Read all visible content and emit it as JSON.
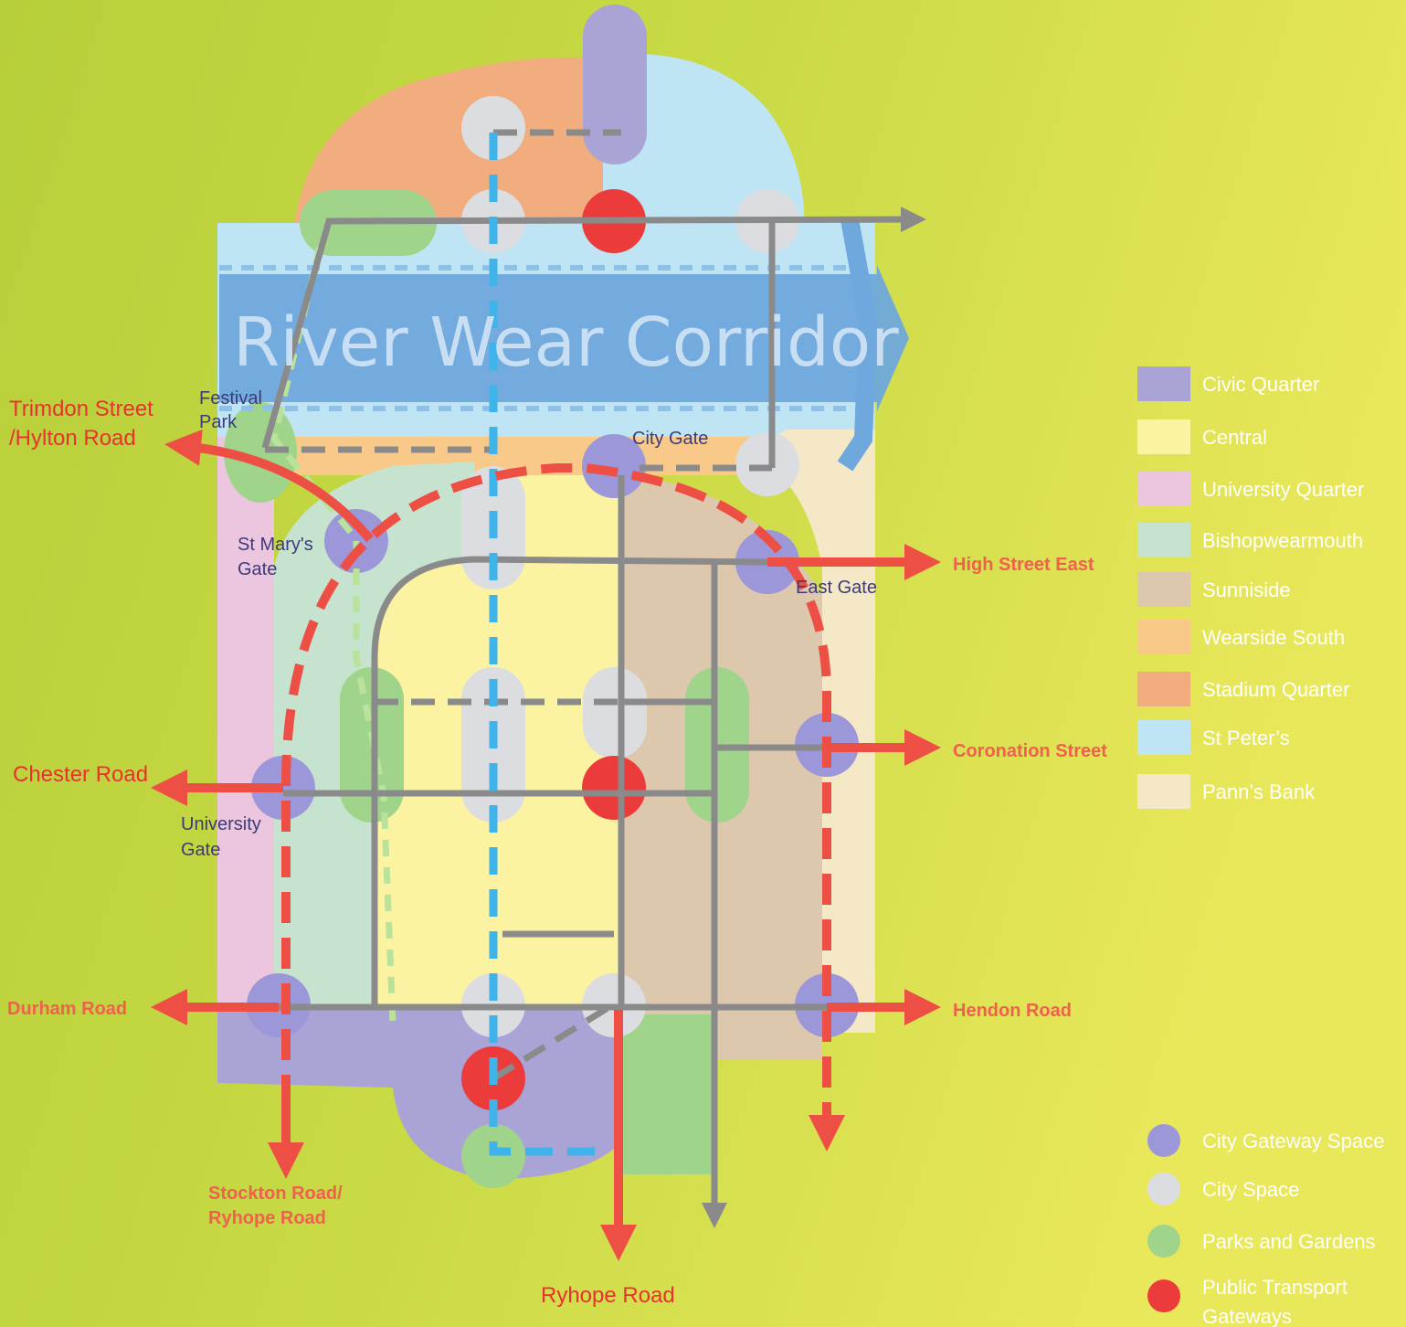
{
  "corridor_title": "River Wear Corridor",
  "road_labels": {
    "trimdon_1": "Trimdon Street",
    "trimdon_2": "/Hylton Road",
    "chester": "Chester Road",
    "durham": "Durham Road",
    "stockton_1": "Stockton Road/",
    "stockton_2": "Ryhope Road",
    "ryhope": "Ryhope Road",
    "high_street_east": "High Street East",
    "coronation": "Coronation Street",
    "hendon": "Hendon Road"
  },
  "place_labels": {
    "festival_1": "Festival",
    "festival_2": "Park",
    "city_gate": "City Gate",
    "st_marys_1": "St Mary's",
    "st_marys_2": "Gate",
    "east_gate": "East Gate",
    "university_1": "University",
    "university_2": "Gate"
  },
  "legend_areas": [
    {
      "label": "Civic Quarter",
      "color": "#a9a3d6"
    },
    {
      "label": "Central",
      "color": "#fbf3a2"
    },
    {
      "label": "University Quarter",
      "color": "#ecc6df"
    },
    {
      "label": "Bishopwearmouth",
      "color": "#c6e3cf"
    },
    {
      "label": "Sunniside",
      "color": "#ddc8ad"
    },
    {
      "label": "Wearside South",
      "color": "#f9c98a"
    },
    {
      "label": "Stadium Quarter",
      "color": "#f1ad7e"
    },
    {
      "label": "St Peter’s",
      "color": "#bfe5f5"
    },
    {
      "label": "Pann’s Bank",
      "color": "#f4e8c6"
    }
  ],
  "legend_spaces": [
    {
      "label": "City Gateway Space",
      "color": "#9b97d8"
    },
    {
      "label": "City Space",
      "color": "#dbdde0"
    },
    {
      "label": "Parks and Gardens",
      "color": "#9fd48a"
    },
    {
      "label": "Public Transport",
      "label2": "Gateways",
      "color": "#ec3b3b"
    }
  ]
}
